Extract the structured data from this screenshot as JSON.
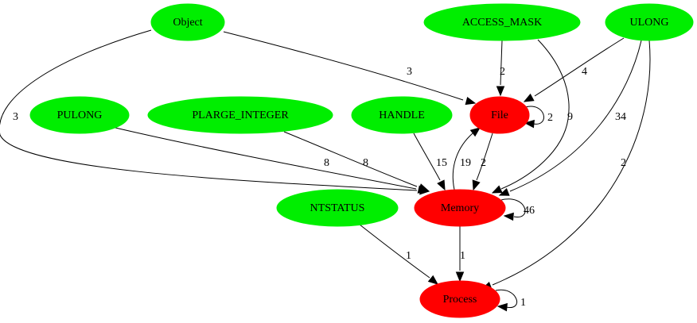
{
  "colors": {
    "source_node": "#00ee00",
    "target_node": "#ff0000",
    "edge": "#000000"
  },
  "nodes": [
    {
      "id": "object",
      "label": "Object",
      "kind": "source"
    },
    {
      "id": "access_mask",
      "label": "ACCESS_MASK",
      "kind": "source"
    },
    {
      "id": "ulong",
      "label": "ULONG",
      "kind": "source"
    },
    {
      "id": "pulong",
      "label": "PULONG",
      "kind": "source"
    },
    {
      "id": "plarge_integer",
      "label": "PLARGE_INTEGER",
      "kind": "source"
    },
    {
      "id": "handle",
      "label": "HANDLE",
      "kind": "source"
    },
    {
      "id": "file",
      "label": "File",
      "kind": "target"
    },
    {
      "id": "ntstatus",
      "label": "NTSTATUS",
      "kind": "source"
    },
    {
      "id": "memory",
      "label": "Memory",
      "kind": "target"
    },
    {
      "id": "process",
      "label": "Process",
      "kind": "target"
    }
  ],
  "edges": [
    {
      "id": "object-file",
      "from": "Object",
      "to": "File",
      "label": "3"
    },
    {
      "id": "object-memory",
      "from": "Object",
      "to": "Memory",
      "label": "3"
    },
    {
      "id": "access_mask-file",
      "from": "ACCESS_MASK",
      "to": "File",
      "label": "2"
    },
    {
      "id": "access_mask-memory",
      "from": "ACCESS_MASK",
      "to": "Memory",
      "label": "9"
    },
    {
      "id": "ulong-file",
      "from": "ULONG",
      "to": "File",
      "label": "4"
    },
    {
      "id": "ulong-memory",
      "from": "ULONG",
      "to": "Memory",
      "label": "34"
    },
    {
      "id": "ulong-process",
      "from": "ULONG",
      "to": "Process",
      "label": "2"
    },
    {
      "id": "file-file",
      "from": "File",
      "to": "File",
      "label": "2"
    },
    {
      "id": "pulong-memory",
      "from": "PULONG",
      "to": "Memory",
      "label": "8"
    },
    {
      "id": "plarge_integer-memory",
      "from": "PLARGE_INTEGER",
      "to": "Memory",
      "label": "8"
    },
    {
      "id": "handle-memory",
      "from": "HANDLE",
      "to": "Memory",
      "label": "15"
    },
    {
      "id": "memory-file",
      "from": "Memory",
      "to": "File",
      "label": "19"
    },
    {
      "id": "file-memory",
      "from": "File",
      "to": "Memory",
      "label": "2"
    },
    {
      "id": "memory-memory",
      "from": "Memory",
      "to": "Memory",
      "label": "46"
    },
    {
      "id": "ntstatus-process",
      "from": "NTSTATUS",
      "to": "Process",
      "label": "1"
    },
    {
      "id": "memory-process",
      "from": "Memory",
      "to": "Process",
      "label": "1"
    },
    {
      "id": "process-process",
      "from": "Process",
      "to": "Process",
      "label": "1"
    }
  ]
}
